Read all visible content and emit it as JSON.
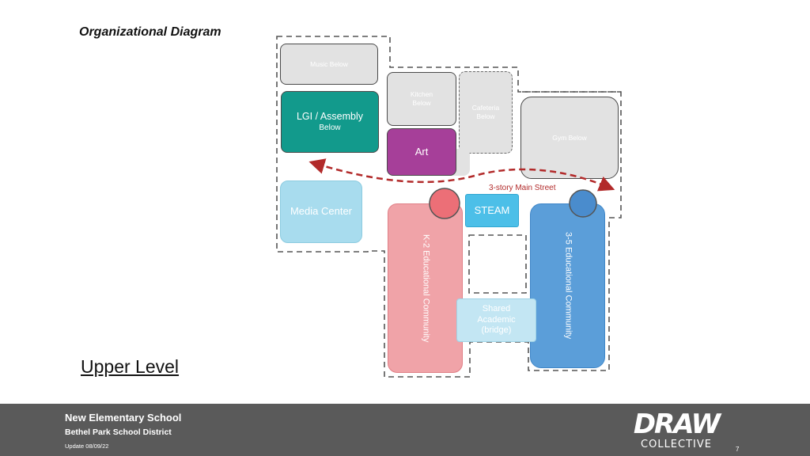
{
  "slide": {
    "title": "Organizational Diagram",
    "level_label": "Upper Level",
    "page_number": "7"
  },
  "rooms": {
    "music": "Music Below",
    "lgi_line1": "LGI / Assembly",
    "lgi_line2": "Below",
    "kitchen_line1": "Kitchen",
    "kitchen_line2": "Below",
    "cafeteria_line1": "Cafeteria",
    "cafeteria_line2": "Below",
    "art": "Art",
    "gym": "Gym Below",
    "main_street": "3-story Main Street",
    "media_center": "Media Center",
    "steam": "STEAM",
    "k2": "K-2 Educational Community",
    "g35": "3-5 Educational Community",
    "shared_line1": "Shared",
    "shared_line2": "Academic",
    "shared_line3": "(bridge)"
  },
  "footer": {
    "project": "New Elementary School",
    "district": "Bethel Park School District",
    "update": "Update 08/09/22"
  },
  "logo": {
    "word": "DRAW",
    "sub": "COLLECTIVE"
  },
  "colors": {
    "lgi": "#129a8c",
    "art": "#a63f99",
    "media": "#a8dcee",
    "steam": "#4cbfe8",
    "k2": "#f0a3a8",
    "k2_circle": "#ec6f77",
    "g35": "#5b9ed9",
    "g35_circle": "#4a8ccd",
    "shared": "#c3e6f3",
    "arrow": "#b22a2a",
    "footer_bg": "#5a5a5a"
  }
}
